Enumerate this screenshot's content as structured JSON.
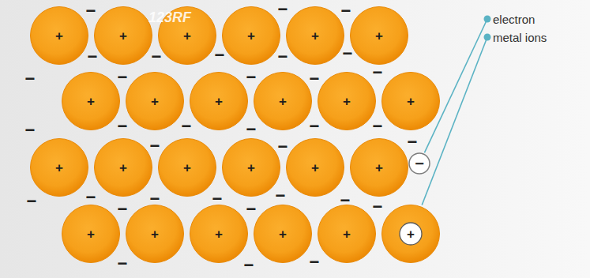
{
  "diagram": {
    "nodes": [
      {
        "text": [
          "+"
        ]
      },
      {
        "text": [
          "+"
        ]
      },
      {
        "text": [
          "+"
        ]
      },
      {
        "text": [
          "+"
        ]
      },
      {
        "text": [
          "+"
        ]
      },
      {
        "text": [
          "+"
        ]
      },
      {
        "text": [
          "+"
        ]
      },
      {
        "text": [
          "+"
        ]
      },
      {
        "text": [
          "+"
        ]
      },
      {
        "text": [
          "+"
        ]
      },
      {
        "text": [
          "+"
        ]
      },
      {
        "text": [
          "+"
        ]
      },
      {
        "text": [
          "+"
        ]
      },
      {
        "text": [
          "+"
        ]
      },
      {
        "text": [
          "+"
        ]
      },
      {
        "text": [
          "+"
        ]
      },
      {
        "text": [
          "+"
        ]
      },
      {
        "text": [
          "+"
        ]
      },
      {
        "text": [
          "−"
        ]
      },
      {
        "text": [
          "+"
        ]
      },
      {
        "text": [
          "+"
        ]
      },
      {
        "text": [
          "+"
        ]
      },
      {
        "text": [
          "+"
        ]
      },
      {
        "text": [
          "+"
        ]
      },
      {
        "text": [
          "+"
        ]
      }
    ],
    "labels": [
      "123RF",
      "electron",
      "metal ions",
      "−",
      "−",
      "−",
      "−",
      "−",
      "−",
      "−",
      "−",
      "−",
      "−",
      "−",
      "−",
      "−",
      "−",
      "−",
      "−",
      "−",
      "−",
      "−",
      "−",
      "−",
      "−",
      "−",
      "−",
      "−",
      "−",
      "−",
      "−",
      "−",
      "−",
      "−",
      "−",
      "−",
      "−"
    ]
  }
}
